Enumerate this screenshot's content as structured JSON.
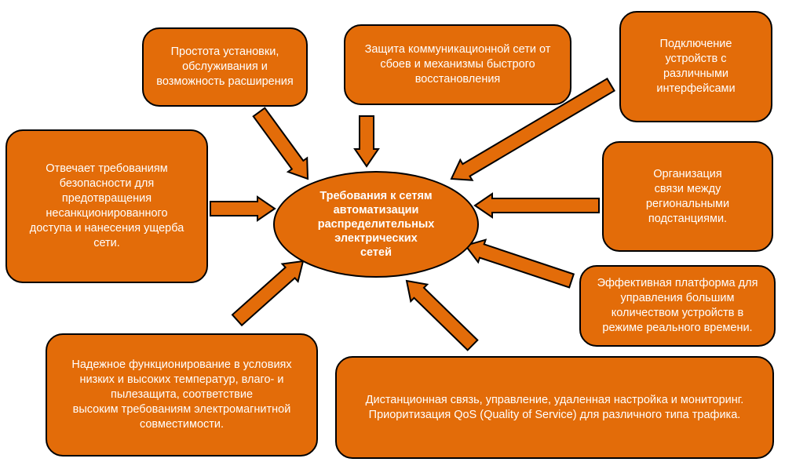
{
  "center": {
    "label": "Требования к сетям\nавтоматизации\nраспределительных\nэлектрических\nсетей"
  },
  "boxes": [
    {
      "text": "Простота установки,\nобслуживания и\nвозможность расширения"
    },
    {
      "text": "Защита коммуникационной сети от\nсбоев и механизмы быстрого\nвосстановления"
    },
    {
      "text": "Подключение\nустройств с\nразличными\nинтерфейсами"
    },
    {
      "text": "Отвечает требованиям\nбезопасности для\nпредотвращения\nнесанкционированного\nдоступа и нанесения ущерба\nсети."
    },
    {
      "text": "Организация\nсвязи между\nрегиональными\nподстанциями."
    },
    {
      "text": "Эффективная платформа для\nуправления большим\nколичеством устройств в\nрежиме реального времени."
    },
    {
      "text": "Надежное функционирование в условиях\nнизких и высоких температур, влаго- и\nпылезащита, соответствие\nвысоким требованиям электромагнитной\nсовместимости."
    },
    {
      "text": "Дистанционная связь, управление, удаленная настройка и мониторинг.\nПриоритизация QoS (Quality of Service) для различного типа трафика."
    }
  ],
  "colors": {
    "box_fill": "#e36c09",
    "border": "#000000",
    "text": "#ffffff"
  }
}
